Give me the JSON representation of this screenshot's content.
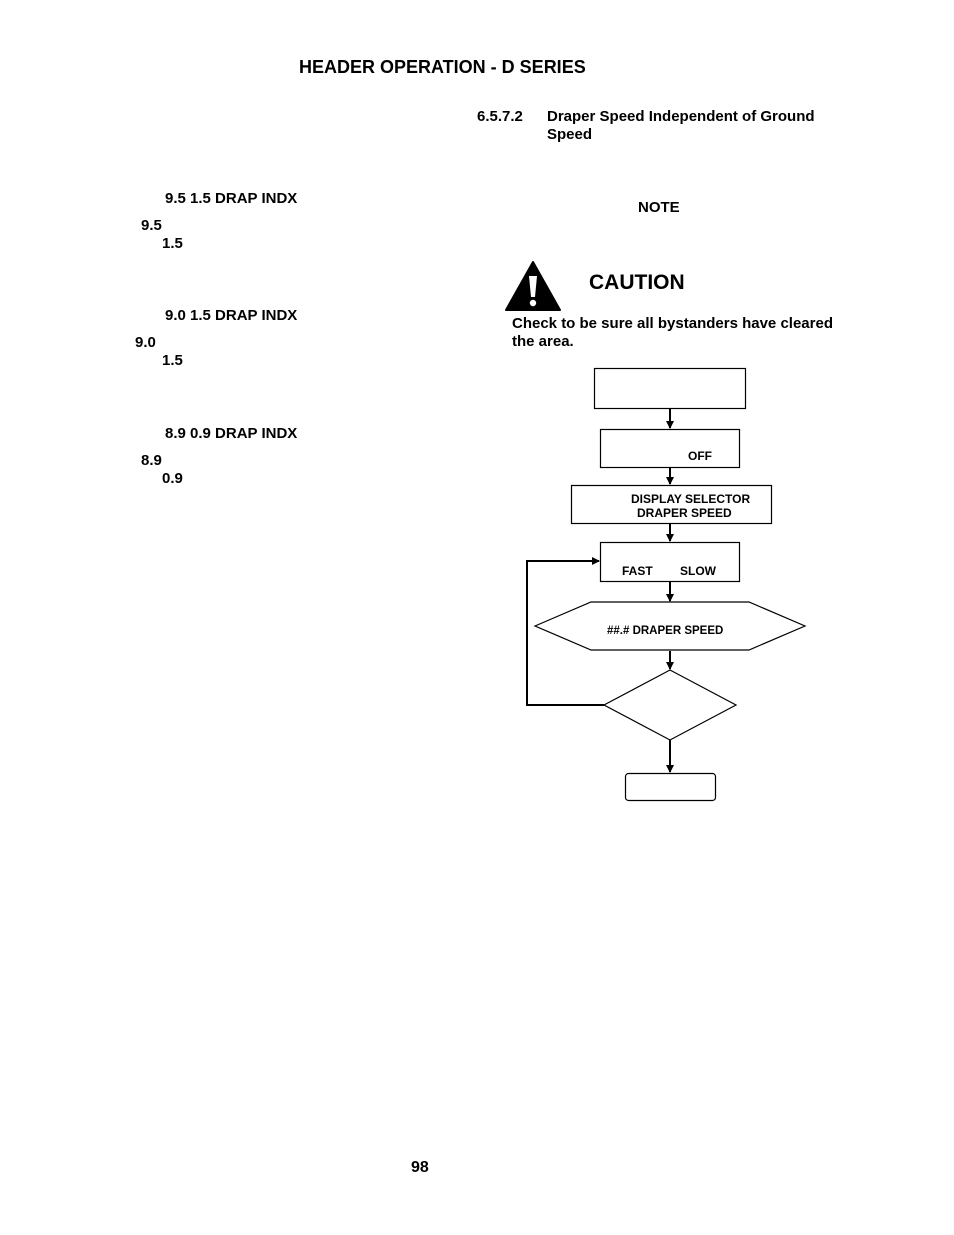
{
  "header": {
    "title": "HEADER OPERATION - D SERIES"
  },
  "section": {
    "number": "6.5.7.2",
    "title_line1": "Draper Speed Independent of Ground",
    "title_line2": "Speed"
  },
  "left_examples": [
    {
      "display": "9.5  1.5  DRAP INDX",
      "value_a": "9.5",
      "value_b": "1.5"
    },
    {
      "display": "9.0  1.5  DRAP INDX",
      "value_a": "9.0",
      "value_b": "1.5"
    },
    {
      "display": "8.9  0.9  DRAP INDX",
      "value_a": "8.9",
      "value_b": "0.9"
    }
  ],
  "note": {
    "label": "NOTE"
  },
  "caution": {
    "title": "CAUTION",
    "text_line1": "Check to be sure all bystanders have cleared",
    "text_line2": "the area.",
    "icon": "warning-exclamation-triangle-icon"
  },
  "flowchart": {
    "step2_label": "OFF",
    "step3_line1": "DISPLAY SELECTOR",
    "step3_line2": "DRAPER SPEED",
    "step4_fast": "FAST",
    "step4_slow": "SLOW",
    "display_label": "##.# DRAPER SPEED"
  },
  "footer": {
    "page_number": "98"
  }
}
